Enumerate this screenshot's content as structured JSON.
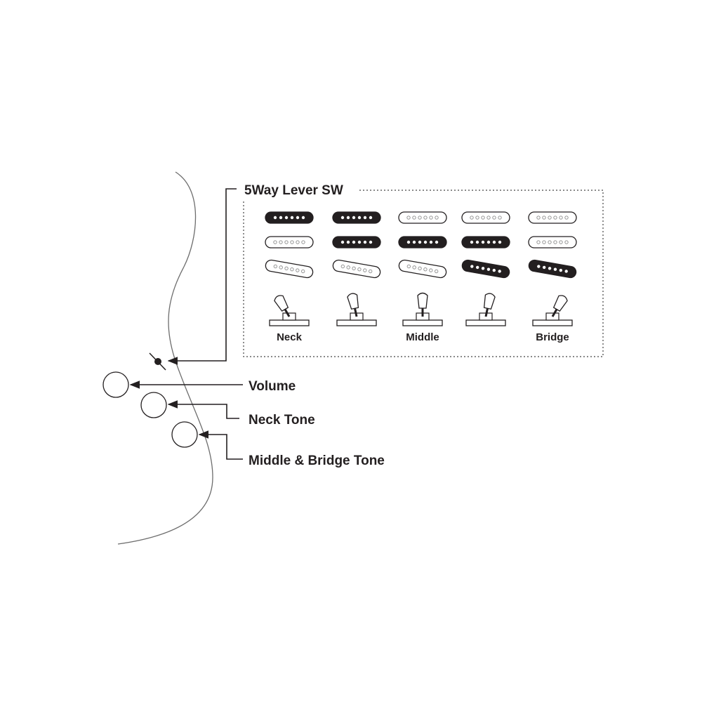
{
  "switch_box": {
    "title": "5Way Lever SW",
    "positions": [
      {
        "label": "Neck",
        "lever_angle": -30,
        "pickups": {
          "neck": true,
          "middle": false,
          "bridge": false
        }
      },
      {
        "label": "",
        "lever_angle": -12,
        "pickups": {
          "neck": true,
          "middle": true,
          "bridge": false
        }
      },
      {
        "label": "Middle",
        "lever_angle": 0,
        "pickups": {
          "neck": false,
          "middle": true,
          "bridge": false
        }
      },
      {
        "label": "",
        "lever_angle": 12,
        "pickups": {
          "neck": false,
          "middle": true,
          "bridge": true
        }
      },
      {
        "label": "Bridge",
        "lever_angle": 30,
        "pickups": {
          "neck": false,
          "middle": false,
          "bridge": true
        }
      }
    ]
  },
  "controls": {
    "volume": "Volume",
    "neck_tone": "Neck Tone",
    "middle_bridge_tone": "Middle & Bridge Tone"
  },
  "colors": {
    "ink": "#231f20",
    "active_pickup": "#231f20",
    "inactive_pickup": "#ffffff",
    "body_outline": "#6d6d6d"
  }
}
